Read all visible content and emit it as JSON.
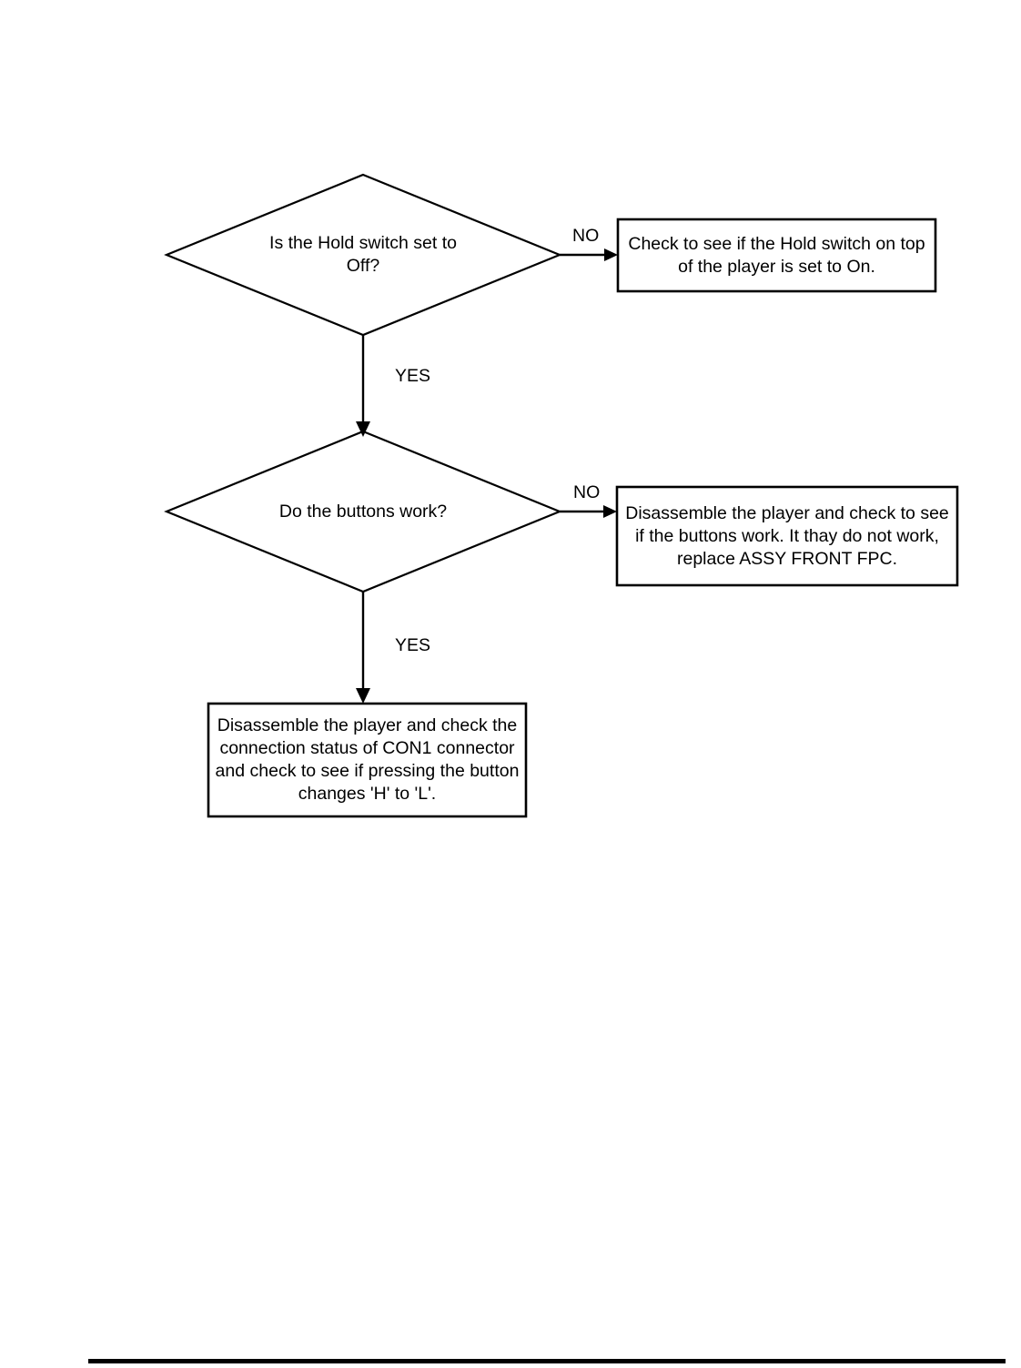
{
  "chart_data": {
    "type": "diagram",
    "diagram_kind": "flowchart",
    "title": "",
    "nodes": [
      {
        "id": "d1",
        "shape": "diamond",
        "text": "Is the Hold switch set to\nOff?"
      },
      {
        "id": "b1",
        "shape": "rectangle",
        "text": "Check to see if the Hold switch on top\nof the player is set to On."
      },
      {
        "id": "d2",
        "shape": "diamond",
        "text": "Do the buttons work?"
      },
      {
        "id": "b2",
        "shape": "rectangle",
        "text": "Disassemble the player and check to see\nif the buttons work. It thay do not work,\nreplace ASSY FRONT FPC."
      },
      {
        "id": "b3",
        "shape": "rectangle",
        "text": "Disassemble the player and check the\nconnection status of CON1 connector\nand check to see if pressing the button\nchanges 'H' to 'L'."
      }
    ],
    "edges": [
      {
        "from": "d1",
        "to": "b1",
        "label": "NO",
        "direction": "right"
      },
      {
        "from": "d1",
        "to": "d2",
        "label": "YES",
        "direction": "down"
      },
      {
        "from": "d2",
        "to": "b2",
        "label": "NO",
        "direction": "right"
      },
      {
        "from": "d2",
        "to": "b3",
        "label": "YES",
        "direction": "down"
      }
    ],
    "colors": {
      "stroke": "#000000",
      "fill": "#ffffff",
      "text": "#000000"
    }
  },
  "nodes": {
    "decision_hold_switch": "Is the Hold switch set to\nOff?",
    "action_hold_switch_on": "Check to see if the Hold switch on top\nof the player is set to On.",
    "decision_buttons_work": "Do the buttons work?",
    "action_check_buttons": "Disassemble the player and check to see\nif the buttons work. It thay do not work,\nreplace ASSY FRONT FPC.",
    "action_check_con1": "Disassemble the player and check the\nconnection status of CON1 connector\nand check to see if pressing the button\nchanges 'H' to 'L'."
  },
  "labels": {
    "no_1": "NO",
    "yes_1": "YES",
    "no_2": "NO",
    "yes_2": "YES"
  }
}
